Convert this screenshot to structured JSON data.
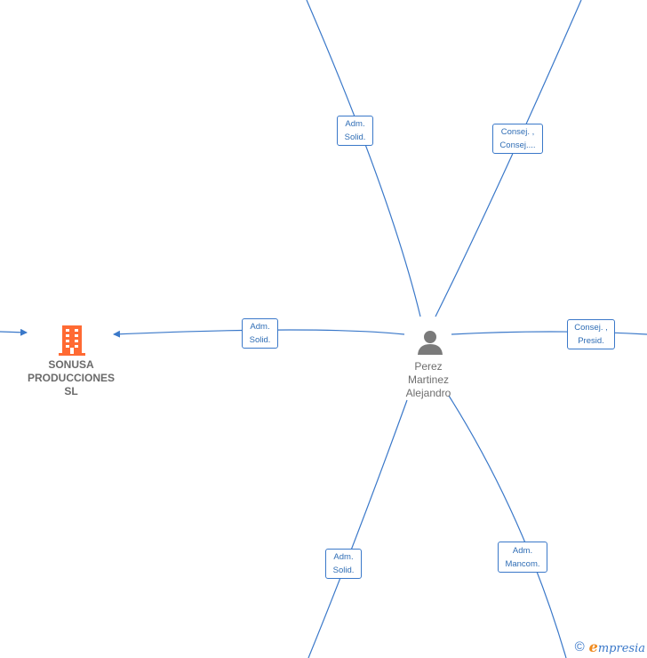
{
  "colors": {
    "edge": "#3a78c9",
    "label_text": "#2f6db5",
    "company_icon": "#ff6a33",
    "person_icon": "#7a7a7a",
    "node_text": "#6a6a6a"
  },
  "nodes": {
    "company": {
      "name_lines": [
        "SONUSA",
        "PRODUCCIONES",
        "SL"
      ],
      "icon": "building-icon"
    },
    "person": {
      "name_lines": [
        "Perez",
        "Martinez",
        "Alejandro"
      ],
      "icon": "person-icon"
    }
  },
  "edges": {
    "top_left": {
      "lines": [
        "Adm.",
        "Solid."
      ]
    },
    "top_right": {
      "lines": [
        "Consej. ,",
        "Consej...."
      ]
    },
    "to_company": {
      "lines": [
        "Adm.",
        "Solid."
      ]
    },
    "right": {
      "lines": [
        "Consej. ,",
        "Presid."
      ]
    },
    "bottom_left": {
      "lines": [
        "Adm.",
        "Solid."
      ]
    },
    "bottom_right": {
      "lines": [
        "Adm.",
        "Mancom."
      ]
    }
  },
  "watermark": {
    "copyright": "©",
    "brand_initial": "e",
    "brand_rest": "mpresia"
  }
}
